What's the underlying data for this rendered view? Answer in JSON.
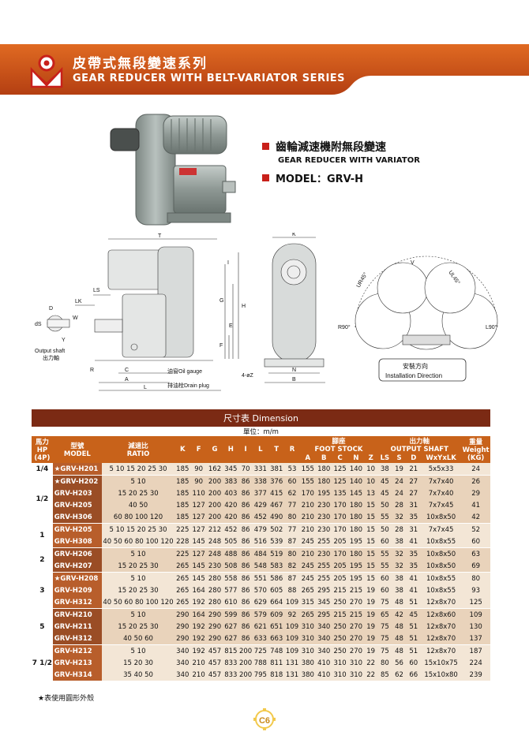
{
  "header": {
    "title_cn": "皮帶式無段變速系列",
    "title_en": "GEAR REDUCER WITH BELT-VARIATOR SERIES"
  },
  "product": {
    "name_cn": "齒輪減速機附無段變速",
    "name_en": "GEAR REDUCER WITH VARIATOR",
    "model": "MODEL：GRV-H"
  },
  "drawing": {
    "dims_side": [
      "T",
      "LS",
      "LK",
      "D",
      "dS",
      "W",
      "Y",
      "R",
      "C",
      "A",
      "L",
      "I",
      "H",
      "G",
      "F",
      "E"
    ],
    "dims_front": [
      "K",
      "4-øZ",
      "N",
      "B"
    ],
    "output_shaft_en": "Output shaft",
    "output_shaft_cn": "出力軸",
    "oil_gauge": "油窗Oil gauge",
    "drain_plug": "排油栓Drain plug",
    "v": "V",
    "ur45": "UR45°",
    "ul45": "UL45°",
    "r90": "R90°",
    "l90": "L90°",
    "install_cn": "安裝方向",
    "install_en": "Installation Direction"
  },
  "table": {
    "title": "尺寸表  Dimension",
    "unit": "單位：m/m",
    "hp_header": [
      "馬力",
      "HP",
      "(4P)"
    ],
    "model_header": [
      "型號",
      "MODEL"
    ],
    "ratio_header": [
      "減速比",
      "RATIO"
    ],
    "dim_headers": [
      "K",
      "F",
      "G",
      "H",
      "I",
      "L",
      "T",
      "R"
    ],
    "foot_header": [
      "腳座",
      "FOOT STOCK"
    ],
    "foot_cols": [
      "A",
      "B",
      "C",
      "N",
      "Z"
    ],
    "shaft_header": [
      "出力軸",
      "OUTPUT SHAFT"
    ],
    "shaft_cols": [
      "LS",
      "S",
      "D",
      "WxYxLK"
    ],
    "weight_header": [
      "重量",
      "Weight",
      "(KG)"
    ],
    "groups": [
      {
        "hp": "1/4",
        "rows": [
          [
            "★GRV-H201",
            "5 10 15 20 25 30",
            "185",
            "90",
            "162",
            "345",
            "70",
            "331",
            "381",
            "53",
            "155",
            "180",
            "125",
            "140",
            "10",
            "38",
            "19",
            "21",
            "5x5x33",
            "24"
          ]
        ]
      },
      {
        "hp": "1/2",
        "rows": [
          [
            "★GRV-H202",
            "5 10",
            "185",
            "90",
            "200",
            "383",
            "86",
            "338",
            "376",
            "60",
            "155",
            "180",
            "125",
            "140",
            "10",
            "45",
            "24",
            "27",
            "7x7x40",
            "26"
          ],
          [
            "GRV-H203",
            "15 20 25 30",
            "185",
            "110",
            "200",
            "403",
            "86",
            "377",
            "415",
            "62",
            "170",
            "195",
            "135",
            "145",
            "13",
            "45",
            "24",
            "27",
            "7x7x40",
            "29"
          ],
          [
            "GRV-H205",
            "40 50",
            "185",
            "127",
            "200",
            "420",
            "86",
            "429",
            "467",
            "77",
            "210",
            "230",
            "170",
            "180",
            "15",
            "50",
            "28",
            "31",
            "7x7x45",
            "41"
          ],
          [
            "GRV-H306",
            "60 80 100 120",
            "185",
            "127",
            "200",
            "420",
            "86",
            "452",
            "490",
            "80",
            "210",
            "230",
            "170",
            "180",
            "15",
            "55",
            "32",
            "35",
            "10x8x50",
            "42"
          ]
        ]
      },
      {
        "hp": "1",
        "rows": [
          [
            "GRV-H205",
            "5 10 15 20 25 30",
            "225",
            "127",
            "212",
            "452",
            "86",
            "479",
            "502",
            "77",
            "210",
            "230",
            "170",
            "180",
            "15",
            "50",
            "28",
            "31",
            "7x7x45",
            "52"
          ],
          [
            "GRV-H308",
            "40 50 60 80 100 120",
            "228",
            "145",
            "248",
            "505",
            "86",
            "516",
            "539",
            "87",
            "245",
            "255",
            "205",
            "195",
            "15",
            "60",
            "38",
            "41",
            "10x8x55",
            "60"
          ]
        ]
      },
      {
        "hp": "2",
        "rows": [
          [
            "GRV-H206",
            "5 10",
            "225",
            "127",
            "248",
            "488",
            "86",
            "484",
            "519",
            "80",
            "210",
            "230",
            "170",
            "180",
            "15",
            "55",
            "32",
            "35",
            "10x8x50",
            "63"
          ],
          [
            "GRV-H207",
            "15 20 25 30",
            "265",
            "145",
            "230",
            "508",
            "86",
            "548",
            "583",
            "82",
            "245",
            "255",
            "205",
            "195",
            "15",
            "55",
            "32",
            "35",
            "10x8x50",
            "69"
          ]
        ]
      },
      {
        "hp": "3",
        "rows": [
          [
            "★GRV-H208",
            "5 10",
            "265",
            "145",
            "280",
            "558",
            "86",
            "551",
            "586",
            "87",
            "245",
            "255",
            "205",
            "195",
            "15",
            "60",
            "38",
            "41",
            "10x8x55",
            "80"
          ],
          [
            "GRV-H209",
            "15 20 25 30",
            "265",
            "164",
            "280",
            "577",
            "86",
            "570",
            "605",
            "88",
            "265",
            "295",
            "215",
            "215",
            "19",
            "60",
            "38",
            "41",
            "10x8x55",
            "93"
          ],
          [
            "GRV-H312",
            "40 50 60 80 100 120",
            "265",
            "192",
            "280",
            "610",
            "86",
            "629",
            "664",
            "109",
            "315",
            "345",
            "250",
            "270",
            "19",
            "75",
            "48",
            "51",
            "12x8x70",
            "125"
          ]
        ]
      },
      {
        "hp": "5",
        "rows": [
          [
            "GRV-H210",
            "5 10",
            "290",
            "164",
            "290",
            "599",
            "86",
            "579",
            "609",
            "92",
            "265",
            "295",
            "215",
            "215",
            "19",
            "65",
            "42",
            "45",
            "12x8x60",
            "109"
          ],
          [
            "GRV-H211",
            "15 20 25 30",
            "290",
            "192",
            "290",
            "627",
            "86",
            "621",
            "651",
            "109",
            "310",
            "340",
            "250",
            "270",
            "19",
            "75",
            "48",
            "51",
            "12x8x70",
            "130"
          ],
          [
            "GRV-H312",
            "40 50 60",
            "290",
            "192",
            "290",
            "627",
            "86",
            "633",
            "663",
            "109",
            "310",
            "340",
            "250",
            "270",
            "19",
            "75",
            "48",
            "51",
            "12x8x70",
            "137"
          ]
        ]
      },
      {
        "hp": "7 1/2",
        "rows": [
          [
            "GRV-H212",
            "5 10",
            "340",
            "192",
            "457",
            "815",
            "200",
            "725",
            "748",
            "109",
            "310",
            "340",
            "250",
            "270",
            "19",
            "75",
            "48",
            "51",
            "12x8x70",
            "187"
          ],
          [
            "GRV-H213",
            "15 20 30",
            "340",
            "210",
            "457",
            "833",
            "200",
            "788",
            "811",
            "131",
            "380",
            "410",
            "310",
            "310",
            "22",
            "80",
            "56",
            "60",
            "15x10x75",
            "224"
          ],
          [
            "GRV-H314",
            "35 40 50",
            "340",
            "210",
            "457",
            "833",
            "200",
            "795",
            "818",
            "131",
            "380",
            "410",
            "310",
            "310",
            "22",
            "85",
            "62",
            "66",
            "15x10x80",
            "239"
          ]
        ]
      }
    ]
  },
  "footnote": "★表使用圓形外殼",
  "page_no": "C6",
  "colors": {
    "band": "#c8521a",
    "table_title": "#7b2a14",
    "table_header": "#c8621a",
    "accent_red": "#c8201a"
  }
}
